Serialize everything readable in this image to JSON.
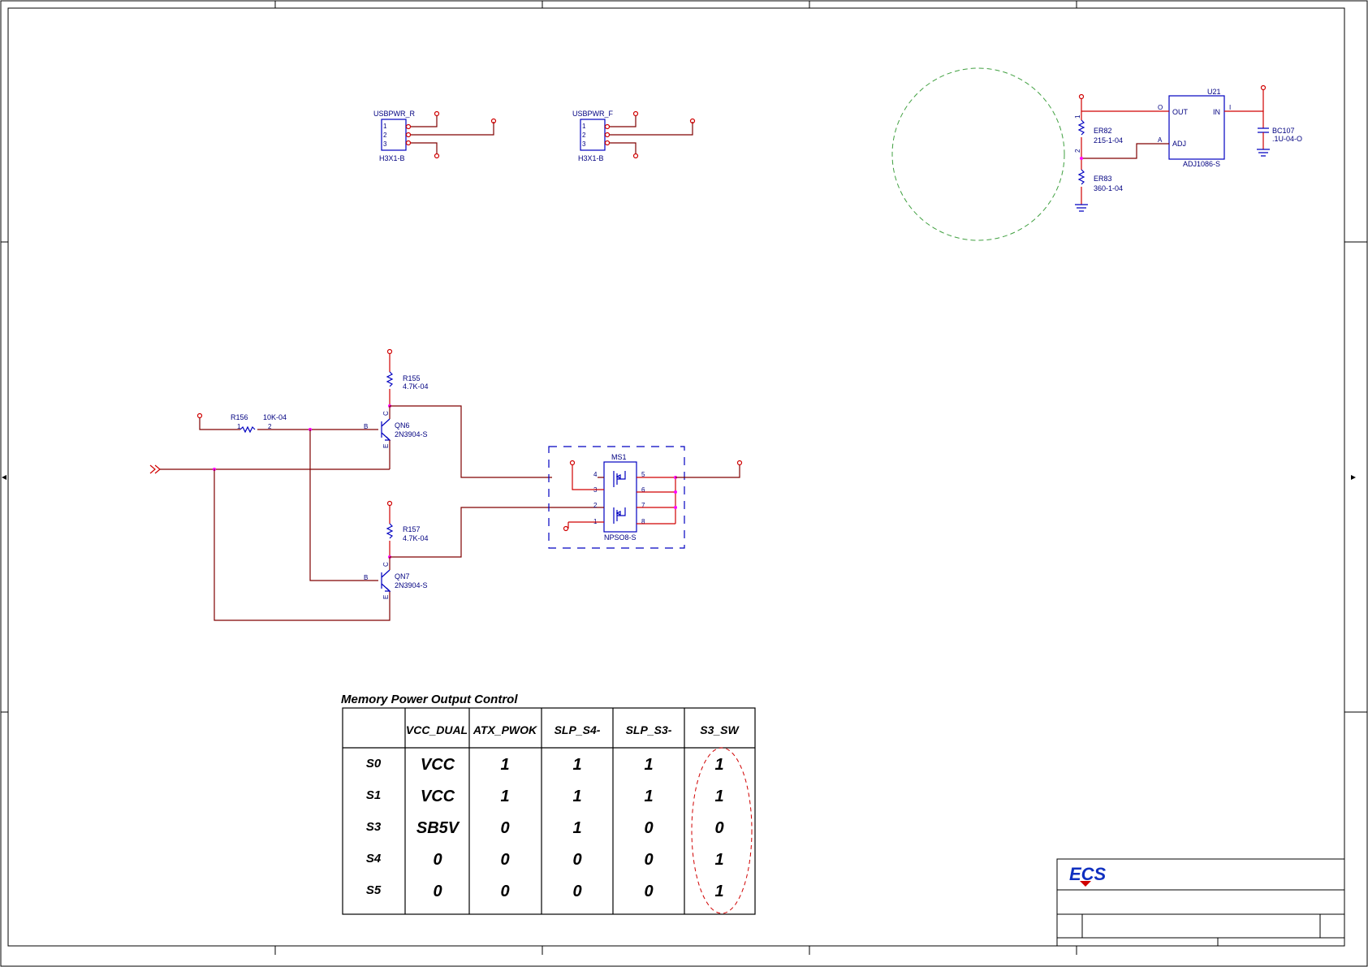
{
  "connectors": [
    {
      "ref": "USBPWR_R",
      "part": "H3X1-B",
      "pins": [
        "1",
        "2",
        "3"
      ]
    },
    {
      "ref": "USBPWR_F",
      "part": "H3X1-B",
      "pins": [
        "1",
        "2",
        "3"
      ]
    }
  ],
  "regulator": {
    "ref": "U21",
    "part": "ADJ1086-S",
    "pin_out": "OUT",
    "pin_in": "IN",
    "pin_adj": "ADJ",
    "pin_o": "O",
    "pin_i": "I",
    "pin_a": "A"
  },
  "resistors": [
    {
      "ref": "ER82",
      "value": "215-1-04"
    },
    {
      "ref": "ER83",
      "value": "360-1-04"
    },
    {
      "ref": "R155",
      "value": "4.7K-04"
    },
    {
      "ref": "R156",
      "value": "10K-04"
    },
    {
      "ref": "R157",
      "value": "4.7K-04"
    }
  ],
  "capacitor": {
    "ref": "BC107",
    "value": ".1U-04-O"
  },
  "transistors": [
    {
      "ref": "QN6",
      "part": "2N3904-S"
    },
    {
      "ref": "QN7",
      "part": "2N3904-S"
    }
  ],
  "mosfet": {
    "ref": "MS1",
    "part": "NPSO8-S",
    "pins_left": [
      "4",
      "3",
      "2",
      "1"
    ],
    "pins_right": [
      "5",
      "6",
      "7",
      "8"
    ]
  },
  "pin_labels": {
    "b": "B",
    "c": "C",
    "e": "E",
    "one": "1",
    "two": "2"
  },
  "table": {
    "title": "Memory Power Output Control",
    "headers": [
      "",
      "VCC_DUAL",
      "ATX_PWOK",
      "SLP_S4-",
      "SLP_S3-",
      "S3_SW"
    ],
    "rows": [
      {
        "state": "S0",
        "cells": [
          "VCC",
          "1",
          "1",
          "1",
          "1"
        ]
      },
      {
        "state": "S1",
        "cells": [
          "VCC",
          "1",
          "1",
          "1",
          "1"
        ]
      },
      {
        "state": "S3",
        "cells": [
          "SB5V",
          "0",
          "1",
          "0",
          "0"
        ]
      },
      {
        "state": "S4",
        "cells": [
          "0",
          "0",
          "0",
          "0",
          "1"
        ]
      },
      {
        "state": "S5",
        "cells": [
          "0",
          "0",
          "0",
          "0",
          "1"
        ]
      }
    ]
  },
  "title_block": {
    "logo": "ECS"
  },
  "colors": {
    "wire": "#800000",
    "power": "#d00000",
    "component": "#0000c0",
    "junction": "#ff00ff",
    "table_highlight": "#d00000"
  }
}
